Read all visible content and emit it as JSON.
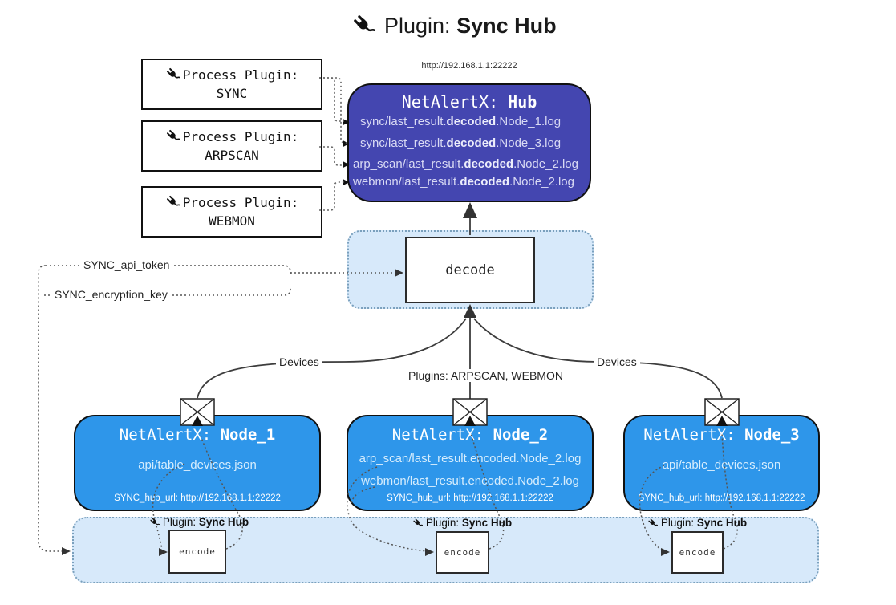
{
  "title": {
    "prefix": "Plugin: ",
    "bold": "Sync Hub"
  },
  "process_plugins": [
    {
      "line1": "Process Plugin:",
      "name": "SYNC"
    },
    {
      "line1": "Process Plugin:",
      "name": "ARPSCAN"
    },
    {
      "line1": "Process Plugin:",
      "name": "WEBMON"
    }
  ],
  "hub": {
    "url": "http://192.168.1.1:22222",
    "title_prefix": "NetAlertX: ",
    "title_bold": "Hub",
    "lines": [
      {
        "pre": "sync/last_result.",
        "bold": "decoded",
        "post": ".Node_1.log"
      },
      {
        "pre": "sync/last_result.",
        "bold": "decoded",
        "post": ".Node_3.log"
      },
      {
        "pre": "arp_scan/last_result.",
        "bold": "decoded",
        "post": ".Node_2.log"
      },
      {
        "pre": "webmon/last_result.",
        "bold": "decoded",
        "post": ".Node_2.log"
      }
    ]
  },
  "decode": {
    "label": "decode"
  },
  "keys": {
    "api_token": "SYNC_api_token",
    "encryption_key": "SYNC_encryption_key"
  },
  "edges": {
    "devices_left": "Devices",
    "plugins_center": "Plugins: ARPSCAN, WEBMON",
    "devices_right": "Devices"
  },
  "nodes": [
    {
      "title_prefix": "NetAlertX: ",
      "title_bold": "Node_1",
      "files": [
        "api/table_devices.json"
      ],
      "hub_url": "SYNC_hub_url: http://192.168.1.1:22222"
    },
    {
      "title_prefix": "NetAlertX: ",
      "title_bold": "Node_2",
      "files": [
        "arp_scan/last_result.encoded.Node_2.log",
        "webmon/last_result.encoded.Node_2.log"
      ],
      "hub_url": "SYNC_hub_url: http://192.168.1.1:22222"
    },
    {
      "title_prefix": "NetAlertX: ",
      "title_bold": "Node_3",
      "files": [
        "api/table_devices.json"
      ],
      "hub_url": "SYNC_hub_url: http://192.168.1.1:22222"
    }
  ],
  "band": {
    "plugin_prefix": "Plugin: ",
    "plugin_bold": "Sync Hub",
    "encode_label": "encode"
  },
  "colors": {
    "hub_fill": "#4446b0",
    "node_fill": "#2e96ea",
    "panel_fill": "#d7e9fa",
    "panel_border": "#7aa0bd",
    "wire": "#3d3d3d",
    "dotted_wire": "#555555"
  }
}
